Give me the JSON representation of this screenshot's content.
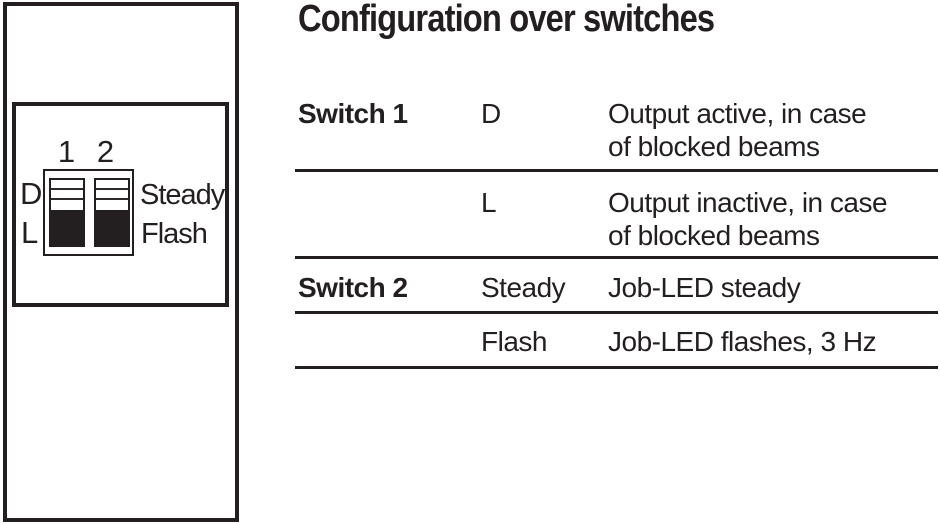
{
  "colors": {
    "ink": "#231f20",
    "background": "#ffffff"
  },
  "heading": "Configuration over switches",
  "diagram": {
    "switch_numbers": [
      "1",
      "2"
    ],
    "switch1_positions": {
      "up": "D",
      "down": "L"
    },
    "switch2_positions": {
      "up": "Steady",
      "down": "Flash"
    }
  },
  "table": {
    "rows": [
      {
        "switch": "Switch 1",
        "position": "D",
        "description": "Output active, in case\nof blocked beams"
      },
      {
        "switch": "",
        "position": "L",
        "description": "Output inactive, in case\nof blocked beams"
      },
      {
        "switch": "Switch 2",
        "position": "Steady",
        "description": "Job-LED steady"
      },
      {
        "switch": "",
        "position": "Flash",
        "description": "Job-LED flashes, 3 Hz"
      }
    ]
  }
}
